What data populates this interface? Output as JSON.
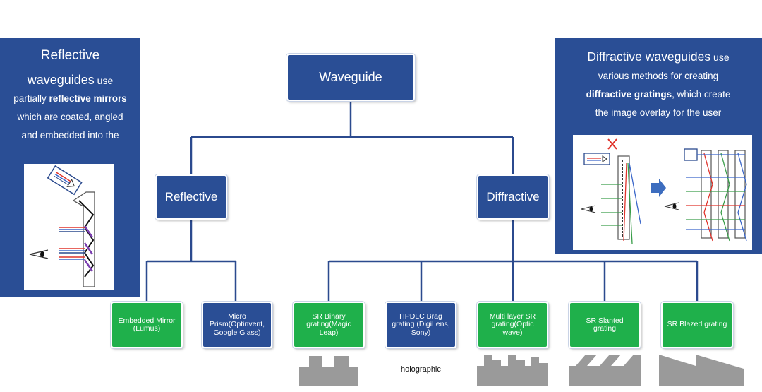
{
  "left_panel": {
    "line1": "Reflective",
    "line2_bold": "waveguides",
    "line2_rest": " use",
    "line3_plain": "partially ",
    "line3_bold": "reflective mirrors",
    "line4": "which are coated, angled",
    "line5": "and embedded into the"
  },
  "right_panel": {
    "line1_bold": "Diffractive waveguides",
    "line1_rest": " use",
    "line2": "various methods for creating",
    "line3_bold": "diffractive gratings",
    "line3_rest": ", which create",
    "line4": "the image overlay for the user"
  },
  "tree": {
    "root": "Waveguide",
    "reflective": "Reflective",
    "diffractive": "Diffractive",
    "embedded_mirror": "Embedded Mirror (Lumus)",
    "micro_prism": "Micro Prism(Optinvent, Google Glass)",
    "sr_binary": "SR Binary grating(Magic Leap)",
    "hpdlc": "HPDLC Brag grating  (DigiLens, Sony)",
    "multi_layer": "Multi layer SR grating(Optic wave)",
    "sr_slanted": "SR Slanted grating",
    "sr_blazed": "SR Blazed grating"
  },
  "labels": {
    "holographic": "holographic"
  },
  "colors": {
    "dark_blue": "#2a4e95",
    "green": "#1fb04b",
    "line_blue": "#2b4a8e",
    "profile_gray": "#9a9a9a"
  }
}
